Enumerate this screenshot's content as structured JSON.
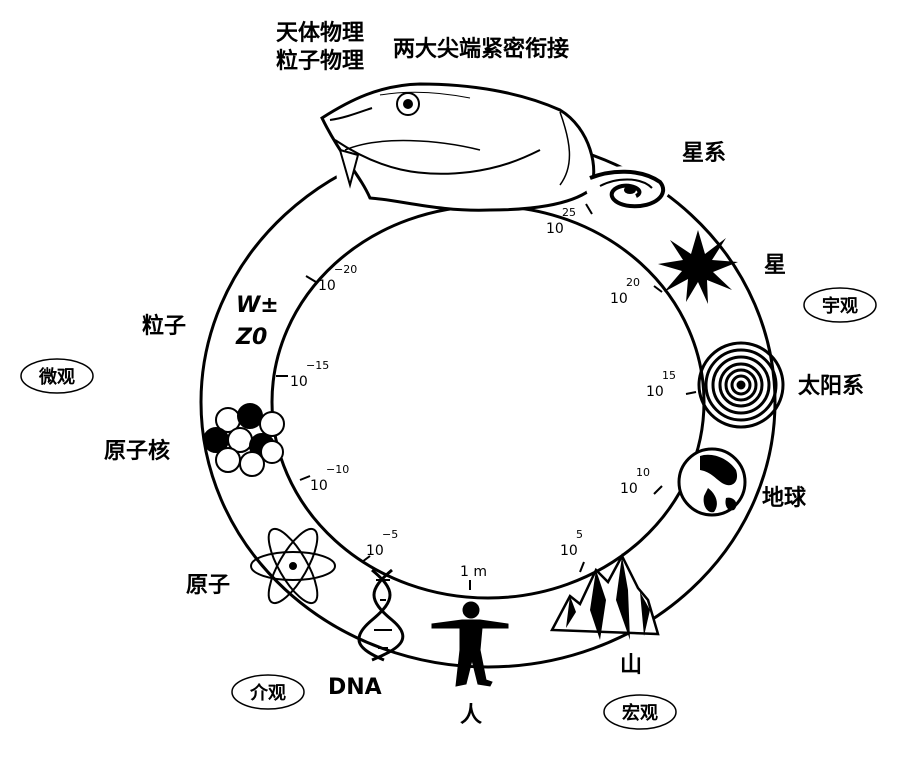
{
  "title": {
    "line1": "天体物理",
    "line2": "粒子物理",
    "joiner": "两大尖端紧密衔接"
  },
  "objects": {
    "galaxy": "星系",
    "star": "星",
    "solar_system": "太阳系",
    "earth": "地球",
    "mountain": "山",
    "human": "人",
    "dna": "DNA",
    "atom": "原子",
    "nucleus": "原子核",
    "particle": "粒子",
    "w_boson": "W±",
    "z_boson": "Z0"
  },
  "regions": {
    "cosmic": "宇观",
    "macro": "宏观",
    "meso": "介观",
    "micro": "微观"
  },
  "scale_ticks": [
    {
      "label": "1 m"
    },
    {
      "base": "10",
      "exp": "5"
    },
    {
      "base": "10",
      "exp": "10"
    },
    {
      "base": "10",
      "exp": "15"
    },
    {
      "base": "10",
      "exp": "20"
    },
    {
      "base": "10",
      "exp": "25"
    },
    {
      "base": "10",
      "exp": "−5"
    },
    {
      "base": "10",
      "exp": "−10"
    },
    {
      "base": "10",
      "exp": "−15"
    },
    {
      "base": "10",
      "exp": "−20"
    }
  ]
}
